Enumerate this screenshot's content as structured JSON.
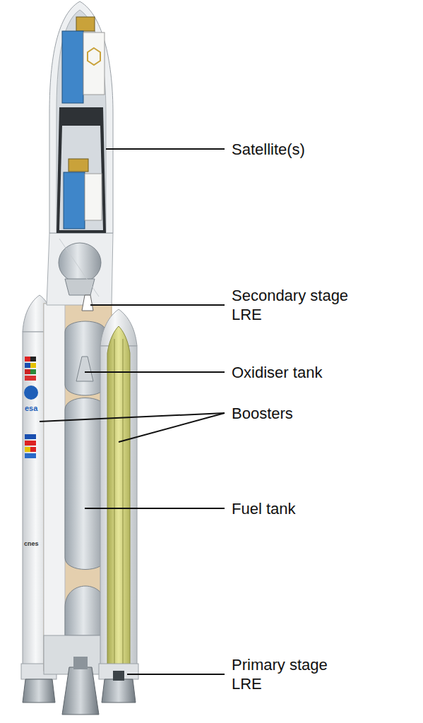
{
  "diagram": {
    "labels": [
      "Satellite(s)",
      "Secondary stage LRE",
      "Oxidiser tank",
      "Boosters",
      "Fuel tank",
      "Primary stage LRE",
      "esa",
      "cnes"
    ]
  }
}
